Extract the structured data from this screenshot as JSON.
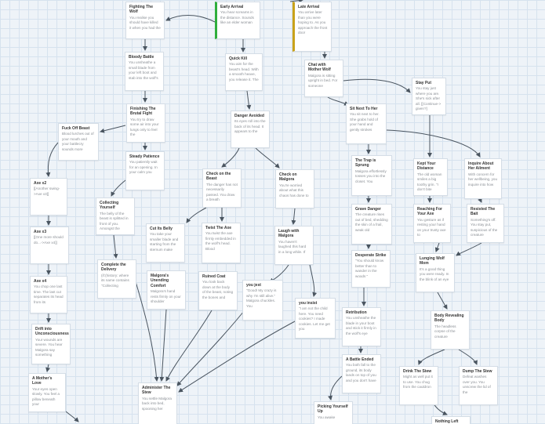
{
  "passages": [
    {
      "id": "fighting-the-wolf",
      "title": "Fighting The Wolf",
      "body": "You realise you should have killed it when you had the"
    },
    {
      "id": "early-arrival",
      "title": "Early Arrival",
      "body": "You hear screams in the distance. Sounds like an elder woman",
      "tag": "green"
    },
    {
      "id": "late-arrival",
      "title": "Late Arrival",
      "body": "You arrive later than you were hoping to. As you approach the front door",
      "tag": "yellow"
    },
    {
      "id": "bloody-battle",
      "title": "Bloody Battle",
      "body": "You unsheathe a small blade from your left boot and stab into the wolf's"
    },
    {
      "id": "quick-kill",
      "title": "Quick Kill",
      "body": "You aim for the beast's head. With a smooth heave, you release it. The"
    },
    {
      "id": "chat-with-mother-wolf",
      "title": "Chat with Mother Wolf",
      "body": "Malgora is sitting upright in bed. For someone"
    },
    {
      "id": "stay-put",
      "title": "Stay Put",
      "body": "You stay just where you are. She's sick after all. [[Continue-> given?]"
    },
    {
      "id": "finishing-the-brutal-fight",
      "title": "Finishing The Brutal Fight",
      "body": "You try to draw some air into your lungs only to feel the"
    },
    {
      "id": "danger-avoided",
      "title": "Danger Avoided",
      "body": "Its eyes roll into the back of its head. It appears to the"
    },
    {
      "id": "sit-next-to-her",
      "title": "Sit Next To Her",
      "body": "You sit next to her. She grabs hold of your hand and gently strokes"
    },
    {
      "id": "fuck-off-beast",
      "title": "Fuck Off Beast",
      "body": "Blood lurches out of your mouth and your battlecry sounds more"
    },
    {
      "id": "steady-patience",
      "title": "Steady Patience",
      "body": "You patiently wait for an opening. In your calm you"
    },
    {
      "id": "the-trap-is-sprung",
      "title": "The Trap is Sprung",
      "body": "Malgora effortlessly tosses you into the closet. You"
    },
    {
      "id": "kept-your-distance",
      "title": "Kept Your Distance",
      "body": "The old woman smiles a big toothy grin. \"I don't bite"
    },
    {
      "id": "inquire-about-her-ailment",
      "title": "Inquire About Her Ailment",
      "body": "With concern for her wellbeing, you inquire into how"
    },
    {
      "id": "axe-x2",
      "title": "Axe x2",
      "body": "[[Another swing->Axe x3]]"
    },
    {
      "id": "check-on-the-beast",
      "title": "Check on the Beast",
      "body": "The danger has not necessarily passed. You draw a breath"
    },
    {
      "id": "check-on-malgora",
      "title": "Check on Malgora",
      "body": "You're worried about what this chaos has done to"
    },
    {
      "id": "collecting-yourself",
      "title": "Collecting Yourself",
      "body": "The belly of the beast is splitted in front of you. Amongst the"
    },
    {
      "id": "grave-danger",
      "title": "Grave Danger",
      "body": "The creature rises out of bed, shedding the skin of a frail, weak old"
    },
    {
      "id": "reaching-for-your-axe",
      "title": "Reaching For Your Axe",
      "body": "You gesture as if resting your hand on your trusty axe to"
    },
    {
      "id": "resisted-the-bait",
      "title": "Resisted The Bait",
      "body": "Something's off. You stay put, suspicious of the creature"
    },
    {
      "id": "axe-x3",
      "title": "Axe x3",
      "body": "[[One more should do...->Axe x4]]"
    },
    {
      "id": "cut-its-belly",
      "title": "Cut Its Belly",
      "body": "You take your smaller blade and starting from the sternum make"
    },
    {
      "id": "twist-the-axe",
      "title": "Twist The Axe",
      "body": "You twist the axe firmly embedded in the wolf's head. Blood"
    },
    {
      "id": "laugh-with-malgora",
      "title": "Laugh with Malgora",
      "body": "You haven't laughed this hard in a long while. If"
    },
    {
      "id": "desperate-strike",
      "title": "Desperate Strike",
      "body": "\"You should know better than to wander in the woods \""
    },
    {
      "id": "lunging-wolf-mom",
      "title": "Lunging Wolf Mom",
      "body": "It's a good thing you were ready. In the blink of an eye"
    },
    {
      "id": "complete-the-delivery",
      "title": "Complete the Delivery",
      "body": "(if:(history: where its name contains \"Collecting"
    },
    {
      "id": "malgoras-unending-comfort",
      "title": "Malgora's Unending Comfort",
      "body": "Malgora's hand rests firmly on your shoulder"
    },
    {
      "id": "ruined-coat",
      "title": "Ruined Coat",
      "body": "You look back down at the body of the beast, noting the bones and"
    },
    {
      "id": "you-jest",
      "title": "you jest",
      "body": "\"Good! My crazy is why I'm still alive.\" Malgora chuckles. You"
    },
    {
      "id": "axe-x4",
      "title": "Axe x4",
      "body": "You chop one last time. The last cut separates its head from its"
    },
    {
      "id": "you-insist",
      "title": "you insist",
      "body": "\"I am not the child here. You need cookies? I made cookies. Let me get you"
    },
    {
      "id": "retribution",
      "title": "Retribution",
      "body": "You unsheathe the blade in your boot and stick it firmly in the wolf's eye"
    },
    {
      "id": "body-revealing-body",
      "title": "Body Revealing Body",
      "body": "The headless corpse of the creature"
    },
    {
      "id": "drift-into-unconsciousness",
      "title": "Drift into Unconsciousness",
      "body": "Your wounds are severe. You hear Malgora say something"
    },
    {
      "id": "a-battle-ended",
      "title": "A Battle Ended",
      "body": "You both fall to the ground, its body lands on top of you and you don't have"
    },
    {
      "id": "drink-the-stew",
      "title": "Drink The Stew",
      "body": "Might as well put it to use. You chug from the cauldron"
    },
    {
      "id": "dump-the-stew",
      "title": "Dump The Stew",
      "body": "Defeat washes over you. You unscrew the lid of the"
    },
    {
      "id": "a-mothers-love",
      "title": "A Mother's Love",
      "body": "Your eyes open slowly. You feel a pillow beneath your"
    },
    {
      "id": "administer-the-stew",
      "title": "Administer The Stew",
      "body": "You settle Malgora back into bed, spooning her"
    },
    {
      "id": "picking-yourself-up",
      "title": "Picking Yourself Up",
      "body": "You awake"
    },
    {
      "id": "nothing-left",
      "title": "Nothing Left",
      "body": ""
    }
  ]
}
